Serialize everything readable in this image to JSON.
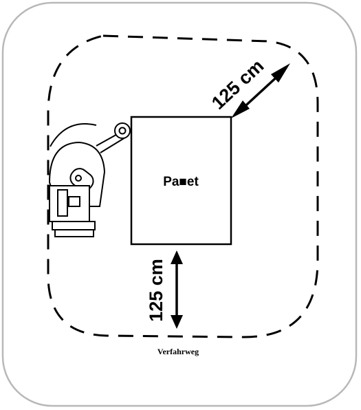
{
  "diagram": {
    "pallet_label": "Pa■et",
    "clearance_side_label": "125 cm",
    "clearance_bottom_label": "125 cm",
    "caption": "Verfahrweg",
    "colors": {
      "line": "#000000",
      "background": "#ffffff",
      "frame": "#b8b8b8"
    }
  }
}
